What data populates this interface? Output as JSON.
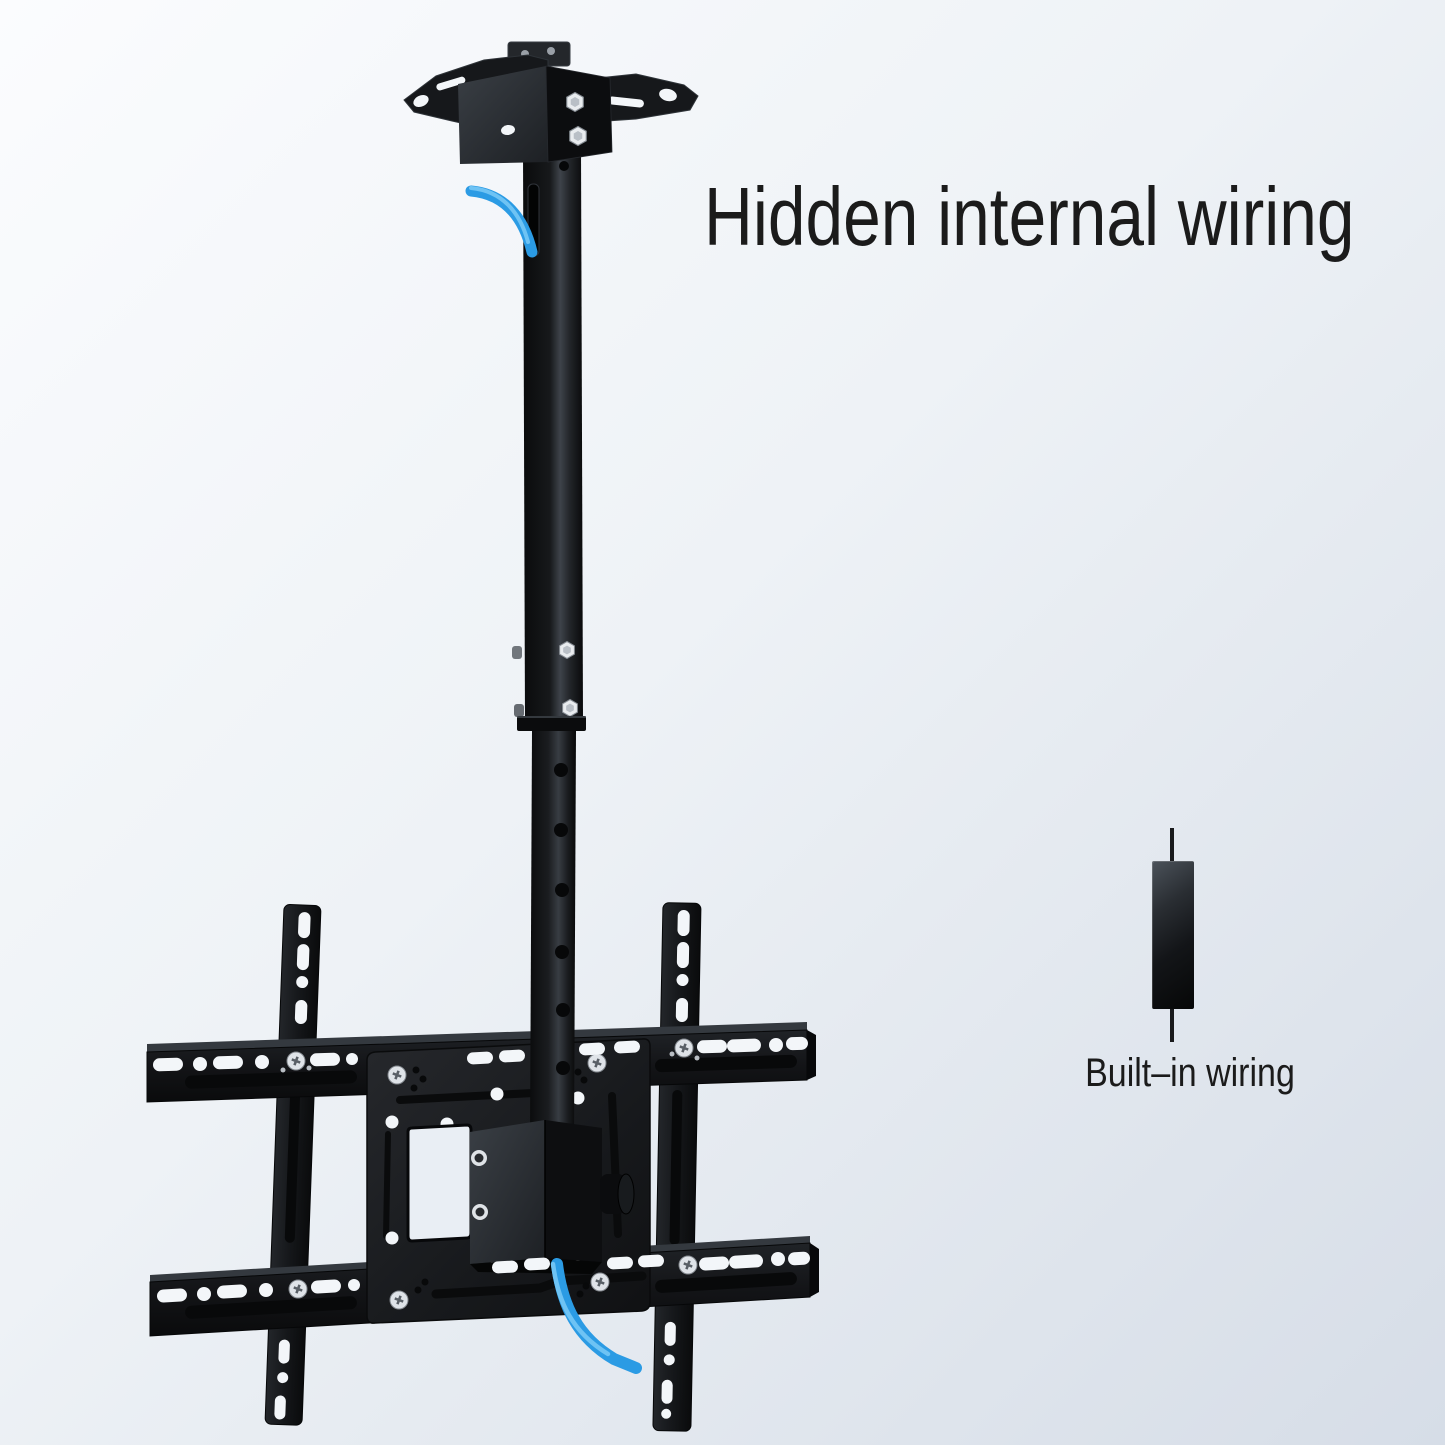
{
  "meta": {
    "type": "product-photo",
    "subject": "ceiling TV mount with internal cable routing"
  },
  "heading": {
    "text": "Hidden internal wiring"
  },
  "callout": {
    "label": "Built–in wiring"
  },
  "icons": [
    {
      "name": "built-in-wiring-pipe-icon",
      "meaning": "black pipe segment with a wire line running through it"
    },
    {
      "name": "blue-cable",
      "meaning": "blue HDMI/power cable routed inside the mount pole"
    }
  ],
  "colors": {
    "bg_top_left": "#fbfcfe",
    "bg_bottom_right": "#d6dde7",
    "text": "#1b1b1b",
    "metal_black": "#131417",
    "metal_highlight": "#3c4147",
    "hole_white": "#f3f6f9",
    "cable_blue": "#2b9be4",
    "cable_blue_hi": "#6ec3f4",
    "bolt_silver": "#dfe3e8"
  },
  "product": {
    "parts": [
      {
        "name": "ceiling-bracket"
      },
      {
        "name": "tilt-wings"
      },
      {
        "name": "telescoping-pole"
      },
      {
        "name": "height-adjustment-holes"
      },
      {
        "name": "vesa-plate"
      },
      {
        "name": "tv-mounting-rails"
      },
      {
        "name": "pivot-block"
      },
      {
        "name": "tilt-knob"
      },
      {
        "name": "hidden-cable"
      }
    ]
  }
}
